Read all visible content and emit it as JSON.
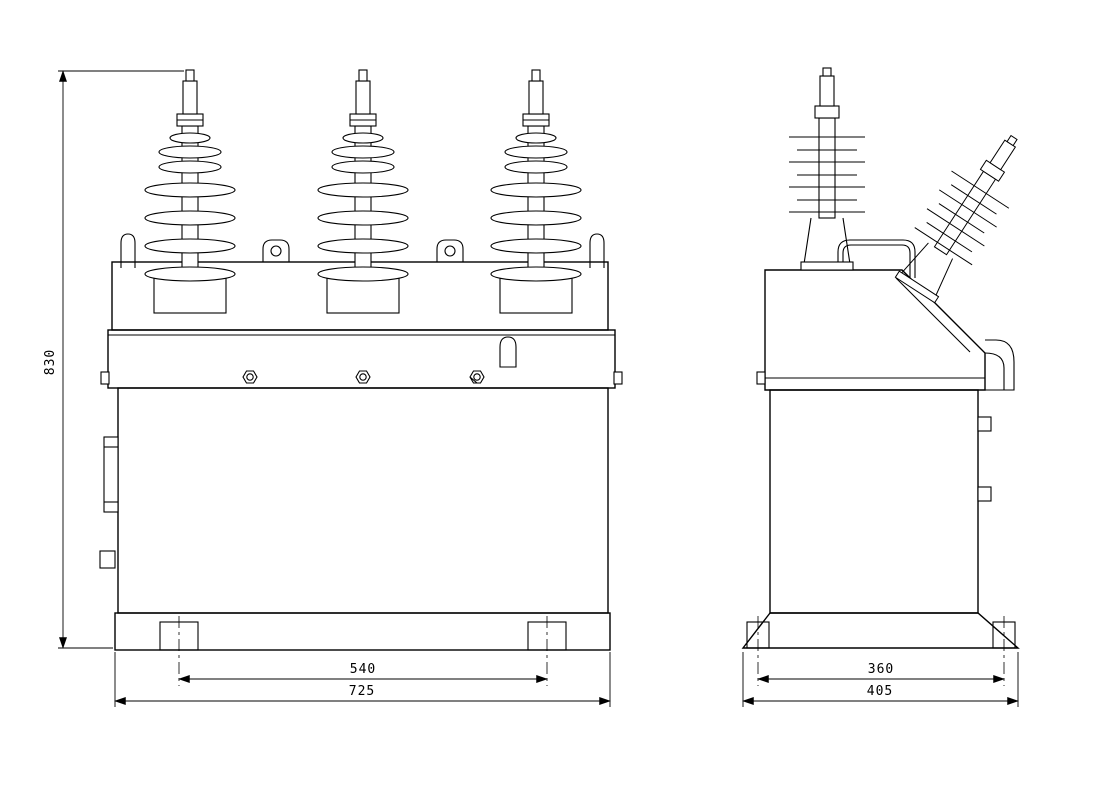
{
  "drawing": {
    "kind": "engineering-outline-drawing",
    "line_color": "#000000",
    "background": "#ffffff"
  },
  "views": {
    "front": {
      "name": "front-view"
    },
    "side": {
      "name": "side-view"
    }
  },
  "dimensions": {
    "overall_height": "830",
    "front_foot_spacing": "540",
    "front_overall_width": "725",
    "side_foot_spacing": "360",
    "side_overall_depth": "405"
  }
}
